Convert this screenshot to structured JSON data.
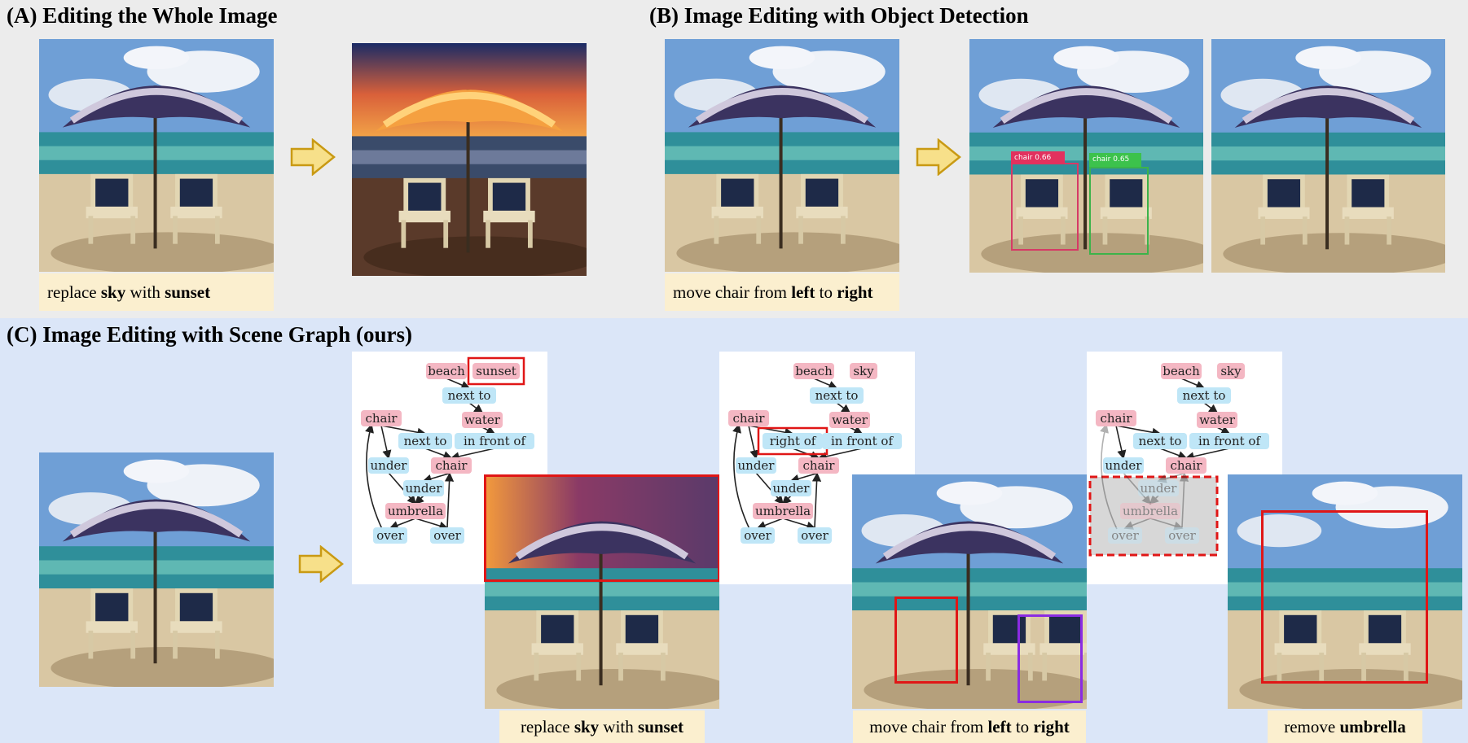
{
  "sections": {
    "a_title": "(A) Editing the Whole Image",
    "b_title": "(B) Image Editing with Object Detection",
    "c_title": "(C) Image Editing with Scene Graph (ours)"
  },
  "captions": {
    "a": [
      {
        "t": "replace ",
        "b": false
      },
      {
        "t": "sky",
        "b": true
      },
      {
        "t": " with ",
        "b": false
      },
      {
        "t": "sunset",
        "b": true
      }
    ],
    "b": [
      {
        "t": "move chair from ",
        "b": false
      },
      {
        "t": "left",
        "b": true
      },
      {
        "t": " to ",
        "b": false
      },
      {
        "t": "right",
        "b": true
      }
    ],
    "c1": [
      {
        "t": "replace ",
        "b": false
      },
      {
        "t": "sky",
        "b": true
      },
      {
        "t": " with ",
        "b": false
      },
      {
        "t": "sunset",
        "b": true
      }
    ],
    "c2": [
      {
        "t": "move chair from ",
        "b": false
      },
      {
        "t": "left",
        "b": true
      },
      {
        "t": " to ",
        "b": false
      },
      {
        "t": "right",
        "b": true
      }
    ],
    "c3": [
      {
        "t": "remove ",
        "b": false
      },
      {
        "t": "umbrella",
        "b": true
      }
    ]
  },
  "detections": {
    "left": "chair 0.66",
    "right": "chair 0.65"
  },
  "scene_graphs": [
    {
      "nodes": [
        {
          "id": "beach",
          "label": "beach",
          "kind": "obj"
        },
        {
          "id": "sky",
          "label": "sunset",
          "kind": "obj",
          "highlight": true
        },
        {
          "id": "nextto1",
          "label": "next to",
          "kind": "rel"
        },
        {
          "id": "water",
          "label": "water",
          "kind": "obj"
        },
        {
          "id": "chairL",
          "label": "chair",
          "kind": "obj"
        },
        {
          "id": "nextto2",
          "label": "next to",
          "kind": "rel"
        },
        {
          "id": "infront",
          "label": "in front of",
          "kind": "rel"
        },
        {
          "id": "under1",
          "label": "under",
          "kind": "rel"
        },
        {
          "id": "chairR",
          "label": "chair",
          "kind": "obj"
        },
        {
          "id": "under2",
          "label": "under",
          "kind": "rel"
        },
        {
          "id": "umbrella",
          "label": "umbrella",
          "kind": "obj"
        },
        {
          "id": "over1",
          "label": "over",
          "kind": "rel"
        },
        {
          "id": "over2",
          "label": "over",
          "kind": "rel"
        }
      ]
    },
    {
      "nodes": [
        {
          "id": "beach",
          "label": "beach",
          "kind": "obj"
        },
        {
          "id": "sky",
          "label": "sky",
          "kind": "obj"
        },
        {
          "id": "nextto1",
          "label": "next to",
          "kind": "rel"
        },
        {
          "id": "water",
          "label": "water",
          "kind": "obj"
        },
        {
          "id": "chairL",
          "label": "chair",
          "kind": "obj"
        },
        {
          "id": "nextto2",
          "label": "right of",
          "kind": "rel",
          "highlight": true
        },
        {
          "id": "infront",
          "label": "in front of",
          "kind": "rel"
        },
        {
          "id": "under1",
          "label": "under",
          "kind": "rel"
        },
        {
          "id": "chairR",
          "label": "chair",
          "kind": "obj"
        },
        {
          "id": "under2",
          "label": "under",
          "kind": "rel"
        },
        {
          "id": "umbrella",
          "label": "umbrella",
          "kind": "obj"
        },
        {
          "id": "over1",
          "label": "over",
          "kind": "rel"
        },
        {
          "id": "over2",
          "label": "over",
          "kind": "rel"
        }
      ]
    },
    {
      "nodes": [
        {
          "id": "beach",
          "label": "beach",
          "kind": "obj"
        },
        {
          "id": "sky",
          "label": "sky",
          "kind": "obj"
        },
        {
          "id": "nextto1",
          "label": "next to",
          "kind": "rel"
        },
        {
          "id": "water",
          "label": "water",
          "kind": "obj"
        },
        {
          "id": "chairL",
          "label": "chair",
          "kind": "obj"
        },
        {
          "id": "nextto2",
          "label": "next to",
          "kind": "rel"
        },
        {
          "id": "infront",
          "label": "in front of",
          "kind": "rel"
        },
        {
          "id": "under1",
          "label": "under",
          "kind": "rel"
        },
        {
          "id": "chairR",
          "label": "chair",
          "kind": "obj"
        },
        {
          "id": "under2",
          "label": "under",
          "kind": "rel",
          "faded": true
        },
        {
          "id": "umbrella",
          "label": "umbrella",
          "kind": "obj",
          "faded": true
        },
        {
          "id": "over1",
          "label": "over",
          "kind": "rel",
          "faded": true
        },
        {
          "id": "over2",
          "label": "over",
          "kind": "rel",
          "faded": true
        }
      ]
    }
  ],
  "colors": {
    "object_node": "#f4b7c3",
    "relation_node": "#bfe6f7",
    "highlight": "#e01616",
    "arrow_fill": "#f7e08a",
    "arrow_stroke": "#c99a14",
    "caption_bg": "#fbefcf"
  }
}
